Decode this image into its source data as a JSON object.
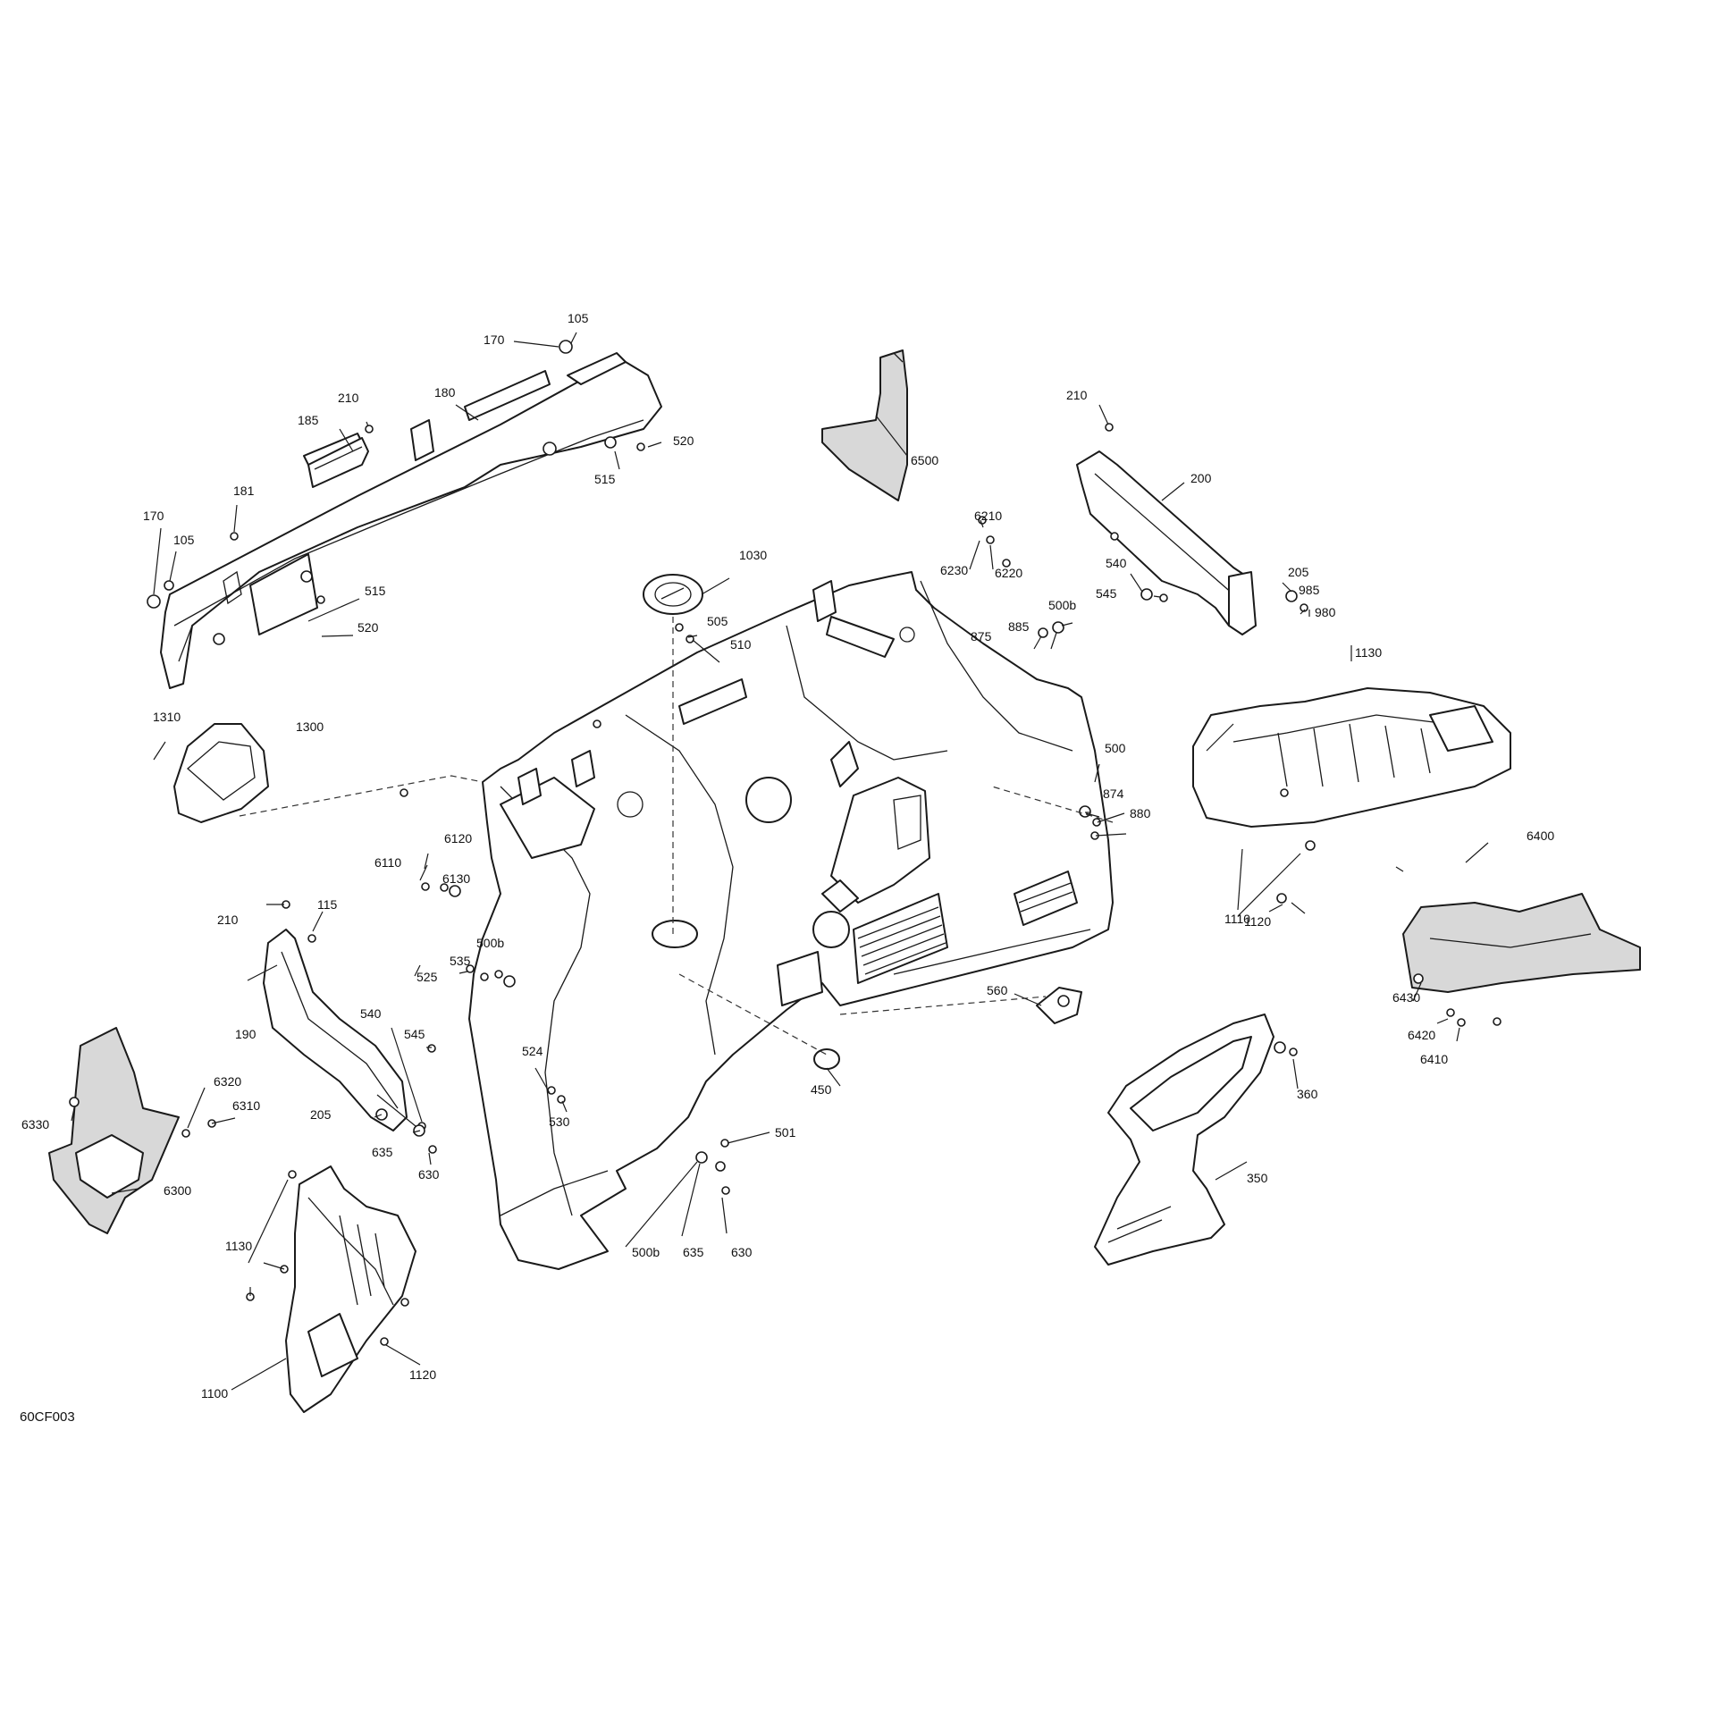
{
  "diagram_ref": "60CF003",
  "callouts": [
    {
      "id": "c105a",
      "label": "105"
    },
    {
      "id": "c170a",
      "label": "170"
    },
    {
      "id": "c210a",
      "label": "210"
    },
    {
      "id": "c180",
      "label": "180"
    },
    {
      "id": "c185",
      "label": "185"
    },
    {
      "id": "c520a",
      "label": "520"
    },
    {
      "id": "c515a",
      "label": "515"
    },
    {
      "id": "c181",
      "label": "181"
    },
    {
      "id": "c170b",
      "label": "170"
    },
    {
      "id": "c105b",
      "label": "105"
    },
    {
      "id": "c515b",
      "label": "515"
    },
    {
      "id": "c520b",
      "label": "520"
    },
    {
      "id": "c6500",
      "label": "6500"
    },
    {
      "id": "c210b",
      "label": "210"
    },
    {
      "id": "c200",
      "label": "200"
    },
    {
      "id": "c6210",
      "label": "6210"
    },
    {
      "id": "c6230",
      "label": "6230"
    },
    {
      "id": "c6220",
      "label": "6220"
    },
    {
      "id": "c1030",
      "label": "1030"
    },
    {
      "id": "c540a",
      "label": "540"
    },
    {
      "id": "c545a",
      "label": "545"
    },
    {
      "id": "c205a",
      "label": "205"
    },
    {
      "id": "c985",
      "label": "985"
    },
    {
      "id": "c980",
      "label": "980"
    },
    {
      "id": "c505",
      "label": "505"
    },
    {
      "id": "c510",
      "label": "510"
    },
    {
      "id": "c875",
      "label": "875"
    },
    {
      "id": "c885",
      "label": "885"
    },
    {
      "id": "c500b_a",
      "label": "500b"
    },
    {
      "id": "c1130a",
      "label": "1130"
    },
    {
      "id": "c1310",
      "label": "1310"
    },
    {
      "id": "c1300",
      "label": "1300"
    },
    {
      "id": "c500",
      "label": "500"
    },
    {
      "id": "c874",
      "label": "874"
    },
    {
      "id": "c880",
      "label": "880"
    },
    {
      "id": "c6120",
      "label": "6120"
    },
    {
      "id": "c6110",
      "label": "6110"
    },
    {
      "id": "c6130",
      "label": "6130"
    },
    {
      "id": "c1110",
      "label": "1110"
    },
    {
      "id": "c1120a",
      "label": "1120"
    },
    {
      "id": "c6400",
      "label": "6400"
    },
    {
      "id": "c210c",
      "label": "210"
    },
    {
      "id": "c115",
      "label": "115"
    },
    {
      "id": "c500b_b",
      "label": "500b"
    },
    {
      "id": "c535",
      "label": "535"
    },
    {
      "id": "c525",
      "label": "525"
    },
    {
      "id": "c190",
      "label": "190"
    },
    {
      "id": "c540b",
      "label": "540"
    },
    {
      "id": "c545b",
      "label": "545"
    },
    {
      "id": "c560",
      "label": "560"
    },
    {
      "id": "c6430",
      "label": "6430"
    },
    {
      "id": "c6420",
      "label": "6420"
    },
    {
      "id": "c6410",
      "label": "6410"
    },
    {
      "id": "c524",
      "label": "524"
    },
    {
      "id": "c450",
      "label": "450"
    },
    {
      "id": "c360",
      "label": "360"
    },
    {
      "id": "c6320",
      "label": "6320"
    },
    {
      "id": "c6310",
      "label": "6310"
    },
    {
      "id": "c6330",
      "label": "6330"
    },
    {
      "id": "c205b",
      "label": "205"
    },
    {
      "id": "c530",
      "label": "530"
    },
    {
      "id": "c501",
      "label": "501"
    },
    {
      "id": "c635a",
      "label": "635"
    },
    {
      "id": "c630a",
      "label": "630"
    },
    {
      "id": "c6300",
      "label": "6300"
    },
    {
      "id": "c350",
      "label": "350"
    },
    {
      "id": "c1130b",
      "label": "1130"
    },
    {
      "id": "c500b_c",
      "label": "500b"
    },
    {
      "id": "c635b",
      "label": "635"
    },
    {
      "id": "c630b",
      "label": "630"
    },
    {
      "id": "c1120b",
      "label": "1120"
    },
    {
      "id": "c1100",
      "label": "1100"
    }
  ]
}
